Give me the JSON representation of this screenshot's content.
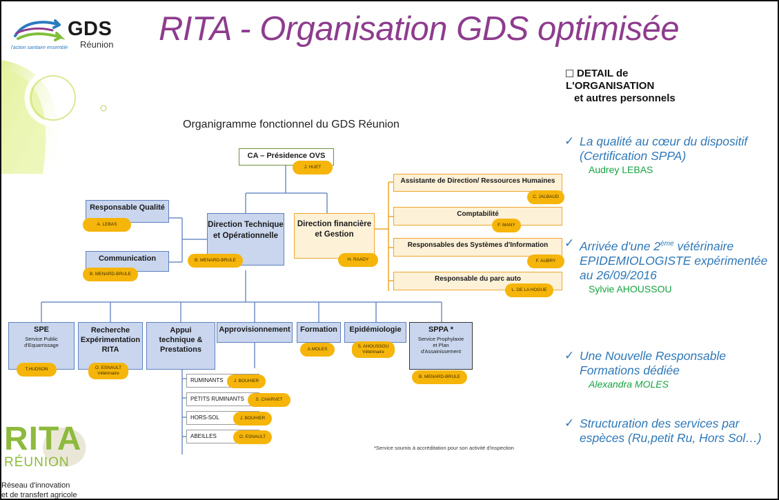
{
  "title": "RITA - Organisation GDS optimisée",
  "logo": {
    "gds": "GDS",
    "gds_sub": "Réunion",
    "gds_tagline": "l'action sanitaire ensemble",
    "rita": "RITA",
    "rita_reunion": "RÉUNION",
    "rita_line1": "Réseau d'innovation",
    "rita_line2": "et de transfert agricole"
  },
  "organigram": {
    "title": "Organigramme fonctionnel du GDS Réunion",
    "ca": {
      "label": "CA – Présidence OVS",
      "person": "J. HUET"
    },
    "quality": {
      "label": "Responsable Qualité",
      "person": "A. LEBAS"
    },
    "communication": {
      "label": "Communication",
      "person": "B. MENARD-BRULE"
    },
    "dto": {
      "label": "Direction Technique et Opérationnelle",
      "person": "B. MENARD-BRULE"
    },
    "dfg": {
      "label": "Direction financière et Gestion",
      "person": "H. RAADY"
    },
    "assistante": {
      "label": "Assistante de Direction/ Ressources Humaines",
      "person": "C. JALBAUD"
    },
    "compta": {
      "label": "Comptabilité",
      "person": "F. MANY"
    },
    "si": {
      "label": "Responsables des Systèmes d'Information",
      "person": "F. AUBRY"
    },
    "parc": {
      "label": "Responsable du parc auto",
      "person": "L. DE LA HOGUE"
    },
    "spe": {
      "label": "SPE",
      "sub": "Service Public d'Equarrissage",
      "person": "T.HUDSON"
    },
    "recherche": {
      "label": "Recherche Expérimentation RITA",
      "person": "O. ESNAULT",
      "person2": "Vétérinaire"
    },
    "appui": {
      "label": "Appui technique & Prestations"
    },
    "appro": {
      "label": "Approvisionnement"
    },
    "formation": {
      "label": "Formation",
      "person": "A.MOLES"
    },
    "epidemio": {
      "label": "Epidémiologie",
      "person": "S. AHOUSSOU",
      "person2": "Vétérinaire"
    },
    "sppa": {
      "label": "SPPA *",
      "sub": "Service Prophylaxie et Plan d'Assainissement",
      "person": "B. MENARD-BRULE"
    },
    "ruminants": [
      {
        "label": "RUMINANTS",
        "person": "J. BOUHIER"
      },
      {
        "label": "PETITS RUMINANTS",
        "person": "S. CHARVET"
      },
      {
        "label": "HORS-SOL",
        "person": "J. BOUHIER"
      },
      {
        "label": "ABEILLES",
        "person": "O. ESNAULT"
      }
    ],
    "footnote": "*Service soumis à accréditation pour son activité d'inspection"
  },
  "detail": {
    "header_line1": "DETAIL de",
    "header_line2": "L'ORGANISATION",
    "header_line3": "et autres personnels",
    "items": [
      {
        "text": "La qualité au cœur du dispositif (Certification SPPA)",
        "name": "Audrey LEBAS"
      },
      {
        "text_pre": "Arrivée d'une 2",
        "text_sup": "ème",
        "text_post": " vétérinaire EPIDEMIOLOGISTE expérimentée au 26/09/2016",
        "name": "Sylvie AHOUSSOU"
      },
      {
        "text": "Une Nouvelle Responsable Formations dédiée",
        "name": "Alexandra MOLES"
      },
      {
        "text": "Structuration des services par espèces (Ru,petit Ru, Hors Sol…)"
      }
    ]
  },
  "colors": {
    "title": "#8e3c8e",
    "blue_box": "#c9d6ee",
    "orange_box": "#fdf1d8",
    "pill": "#f5b50a",
    "right_text": "#2f78b8",
    "names": "#15a340",
    "rita_green": "#8dba3e"
  }
}
